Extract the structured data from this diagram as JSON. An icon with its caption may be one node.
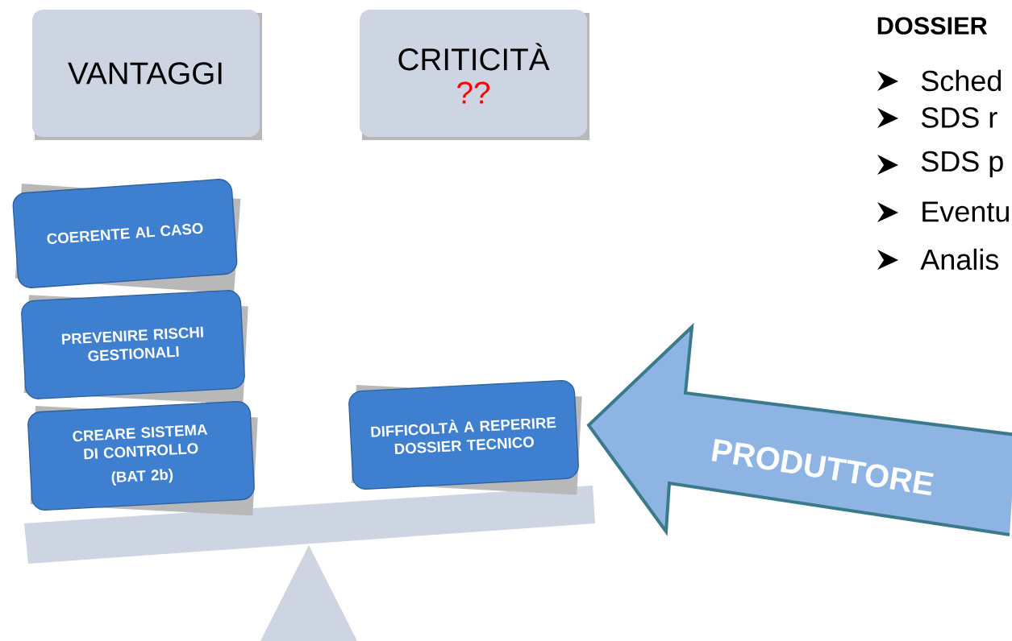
{
  "diagram": {
    "nodes": [
      {
        "text": [
          "VANTAGGI"
        ]
      },
      {
        "text": [
          "CRITICITÀ",
          "??"
        ]
      },
      {
        "text": [
          "COERENTE AL CASO"
        ]
      },
      {
        "text": [
          "PREVENIRE RISCHI GESTIONALI"
        ]
      },
      {
        "text": [
          "CREARE SISTEMA DI CONTROLLO",
          "(BAT 2b)"
        ]
      },
      {
        "text": [
          "DIFFICOLTÀ A REPERIRE DOSSIER TECNICO"
        ]
      },
      {
        "text": [
          "PRODUTTORE"
        ]
      }
    ],
    "labels": [
      "DOSSIER",
      "Sched",
      "SDS r",
      "SDS p",
      "Eventu",
      "Analis"
    ]
  }
}
